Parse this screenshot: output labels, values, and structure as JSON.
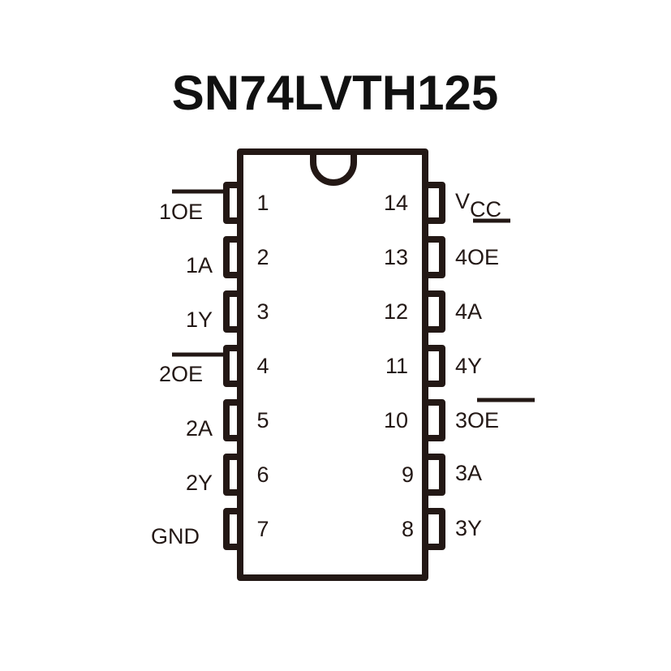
{
  "title": "SN74LVTH125",
  "colors": {
    "ink": "#231815",
    "background": "#ffffff"
  },
  "left_pins": [
    {
      "number": "1",
      "label": "1OE",
      "active_low": true
    },
    {
      "number": "2",
      "label": "1A"
    },
    {
      "number": "3",
      "label": "1Y"
    },
    {
      "number": "4",
      "label": "2OE",
      "active_low": true
    },
    {
      "number": "5",
      "label": "2A"
    },
    {
      "number": "6",
      "label": "2Y"
    },
    {
      "number": "7",
      "label": "GND"
    }
  ],
  "right_pins": [
    {
      "number": "14",
      "label_main": "V",
      "label_sub": "CC"
    },
    {
      "number": "13",
      "label": "4OE",
      "active_low": true
    },
    {
      "number": "12",
      "label": "4A"
    },
    {
      "number": "11",
      "label": "4Y"
    },
    {
      "number": "10",
      "label": "3OE",
      "active_low": true
    },
    {
      "number": "9",
      "label": "3A"
    },
    {
      "number": "8",
      "label": "3Y"
    }
  ]
}
